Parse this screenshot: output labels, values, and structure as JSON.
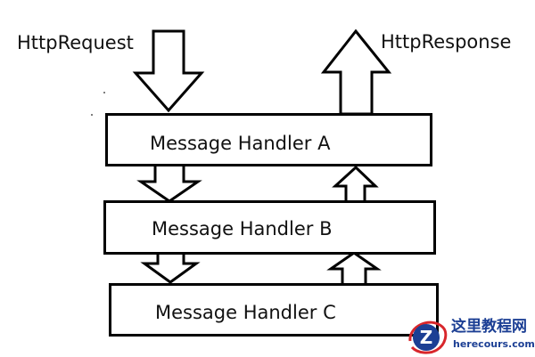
{
  "labels": {
    "request": "HttpRequest",
    "response": "HttpResponse"
  },
  "handlers": [
    {
      "label": "Message Handler A"
    },
    {
      "label": "Message Handler B"
    },
    {
      "label": "Message Handler C"
    }
  ],
  "watermark": {
    "title": "这里教程网",
    "url": "herecours.com",
    "logo_letter": "Z"
  },
  "colors": {
    "stroke": "#000000",
    "text": "#111111",
    "watermark_blue": "#1c3f94",
    "watermark_red": "#d8262b"
  }
}
